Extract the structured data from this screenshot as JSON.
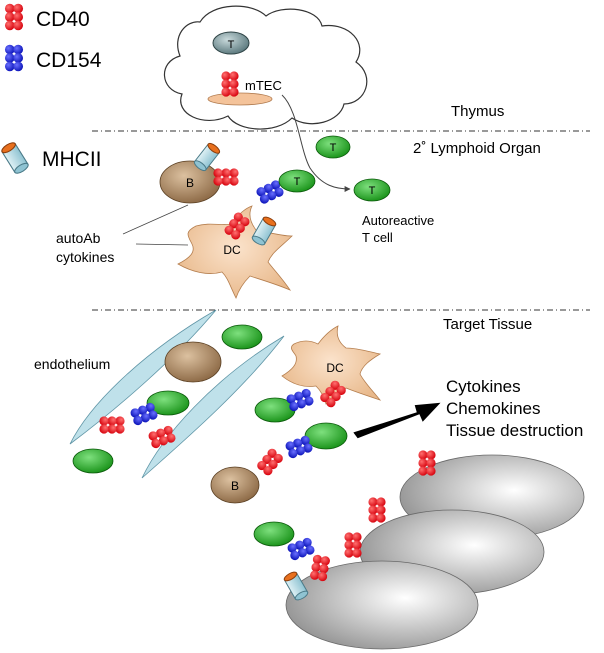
{
  "legend": {
    "cd40": "CD40",
    "cd154": "CD154",
    "mhcii": "MHCII"
  },
  "regions": {
    "thymus": "Thymus",
    "lymphoid": "2˚ Lymphoid Organ",
    "target": "Target Tissue"
  },
  "labels": {
    "mtec": "mTEC",
    "t_cell": "T",
    "b_cell": "B",
    "dc": "DC",
    "autoreactive_line1": "Autoreactive",
    "autoreactive_line2": "T cell",
    "autoab": "autoAb",
    "cytokines_small": "cytokines",
    "endothelium": "endothelium",
    "outcome_line1": "Cytokines",
    "outcome_line2": "Chemokines",
    "outcome_line3": "Tissue destruction"
  },
  "colors": {
    "cd40": "#e8141c",
    "cd154": "#1a24d6",
    "t_cell": "#1aa51a",
    "thymic_t": "#6f8e92",
    "b_cell": "#9b7650",
    "dc": "#f1c9a4",
    "mhcii": "#b9dbe5",
    "mhcii_cap": "#e8701e",
    "endothelium": "#bfe1ea",
    "tissue_cell": "#9a9a9a"
  }
}
